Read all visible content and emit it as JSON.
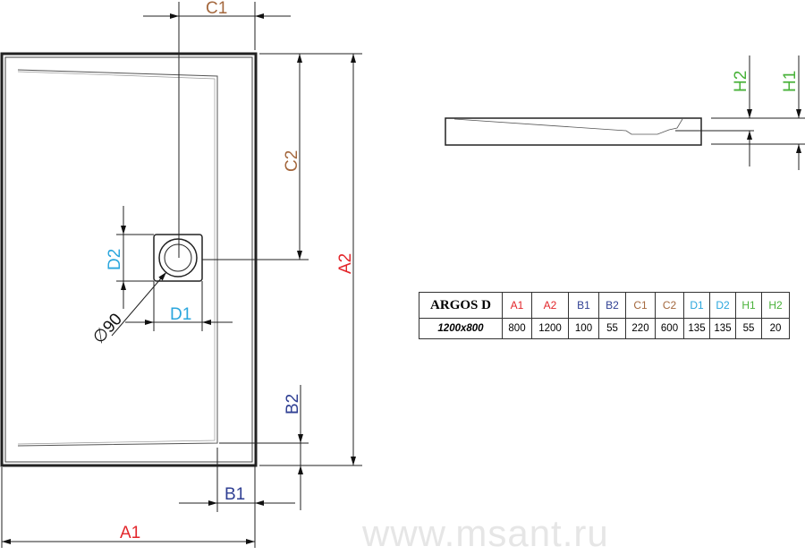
{
  "watermark": "www.msant.ru",
  "labels": {
    "A1": "A1",
    "A2": "A2",
    "B1": "B1",
    "B2": "B2",
    "C1": "C1",
    "C2": "C2",
    "D1": "D1",
    "D2": "D2",
    "H1": "H1",
    "H2": "H2",
    "diameter": "∅90"
  },
  "colors": {
    "A": "#e3262b",
    "B": "#2f3f93",
    "C": "#a4683e",
    "D": "#2aa6dd",
    "H": "#49b23a"
  },
  "table": {
    "model": "ARGOS D",
    "headers": [
      "A1",
      "A2",
      "B1",
      "B2",
      "C1",
      "C2",
      "D1",
      "D2",
      "H1",
      "H2"
    ],
    "size": "1200x800",
    "values": [
      "800",
      "1200",
      "100",
      "55",
      "220",
      "600",
      "135",
      "135",
      "55",
      "20"
    ]
  }
}
